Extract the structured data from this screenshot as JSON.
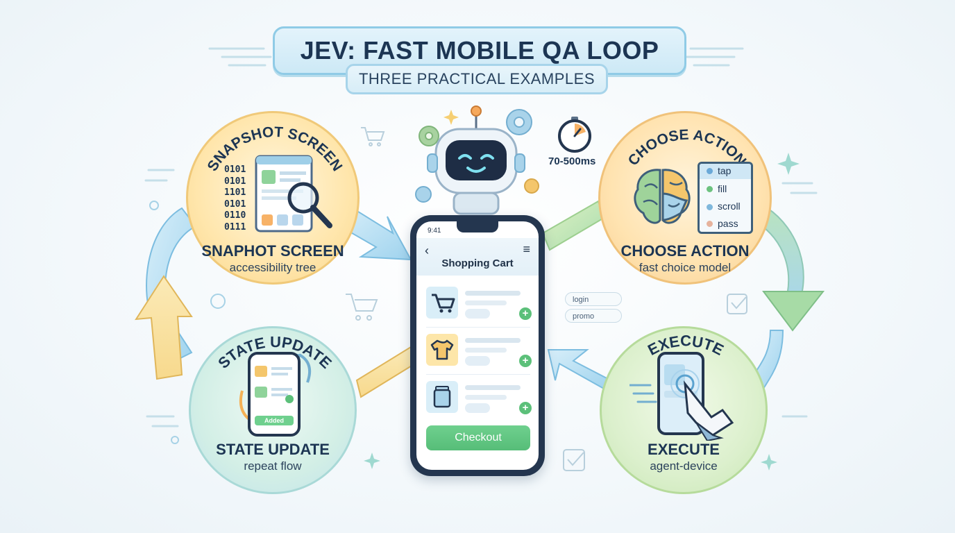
{
  "header": {
    "title": "JEV: FAST MOBILE QA LOOP",
    "subtitle": "THREE PRACTICAL EXAMPLES"
  },
  "timer": {
    "label": "70-500ms"
  },
  "nodes": {
    "snapshot": {
      "arc_label": "SNAPSHOT SCREEN",
      "title": "SNAPHOT SCREEN",
      "subtitle": "accessibility tree",
      "binary": [
        "0101",
        "0101",
        "1101",
        "0101",
        "0110",
        "0111"
      ]
    },
    "choose": {
      "arc_label": "CHOOSE ACTION",
      "title": "CHOOSE ACTION",
      "subtitle": "fast choice model",
      "actions": [
        "tap",
        "fill",
        "scroll",
        "pass"
      ]
    },
    "state": {
      "arc_label": "STATE UPDATE",
      "title": "STATE UPDATE",
      "subtitle": "repeat flow",
      "added_label": "Added"
    },
    "execute": {
      "arc_label": "EXECUTE",
      "title": "EXECUTE",
      "subtitle": "agent-device"
    }
  },
  "phone": {
    "time": "9:41",
    "screen_title": "Shopping Cart",
    "checkout_label": "Checkout",
    "add_symbol": "+"
  },
  "floating_fields": [
    "login",
    "promo"
  ],
  "colors": {
    "title_border": "#8fcbe6",
    "snapshot_fill": "#ffe6ac",
    "choose_fill": "#ffe3b0",
    "state_fill": "#d3efe6",
    "execute_fill": "#dcf0cd",
    "checkout": "#5cc07a",
    "phone_frame": "#24364f"
  }
}
